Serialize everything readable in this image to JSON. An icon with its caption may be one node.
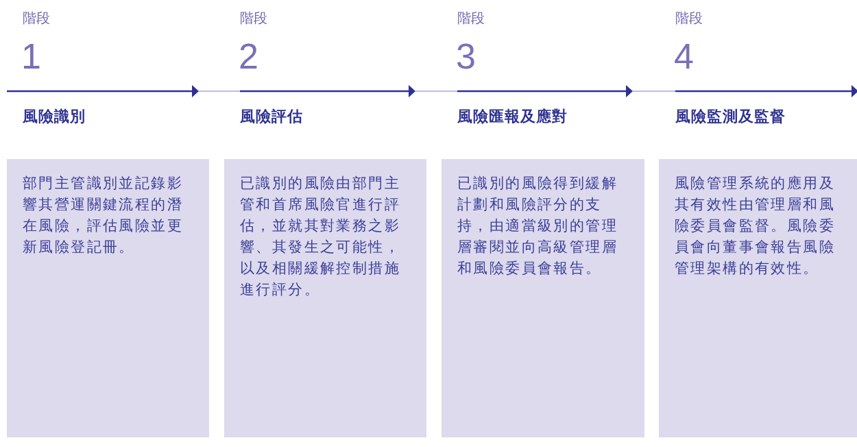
{
  "diagram": {
    "nodes": [
      {
        "text": [
          "部門主管識別並記錄影響其營運關鍵流程的潛在風險，評估風險並更新風險登記冊。"
        ]
      },
      {
        "text": [
          "已識別的風險由部門主管和首席風險官進行評估，並就其對業務之影響、其發生之可能性，以及相關緩解控制措施進行評分。"
        ]
      },
      {
        "text": [
          "已識別的風險得到緩解計劃和風險評分的支持，由適當級別的管理層審閱並向高級管理層和風險委員會報告。"
        ]
      },
      {
        "text": [
          "風險管理系統的應用及其有效性由管理層和風險委員會監督。風險委員會向董事會報告風險管理架構的有效性。"
        ]
      }
    ],
    "labels": [
      "階段",
      "階段",
      "階段",
      "階段",
      "1",
      "2",
      "3",
      "4",
      "風險識別",
      "風險評估",
      "風險匯報及應對",
      "風險監測及監督"
    ]
  }
}
